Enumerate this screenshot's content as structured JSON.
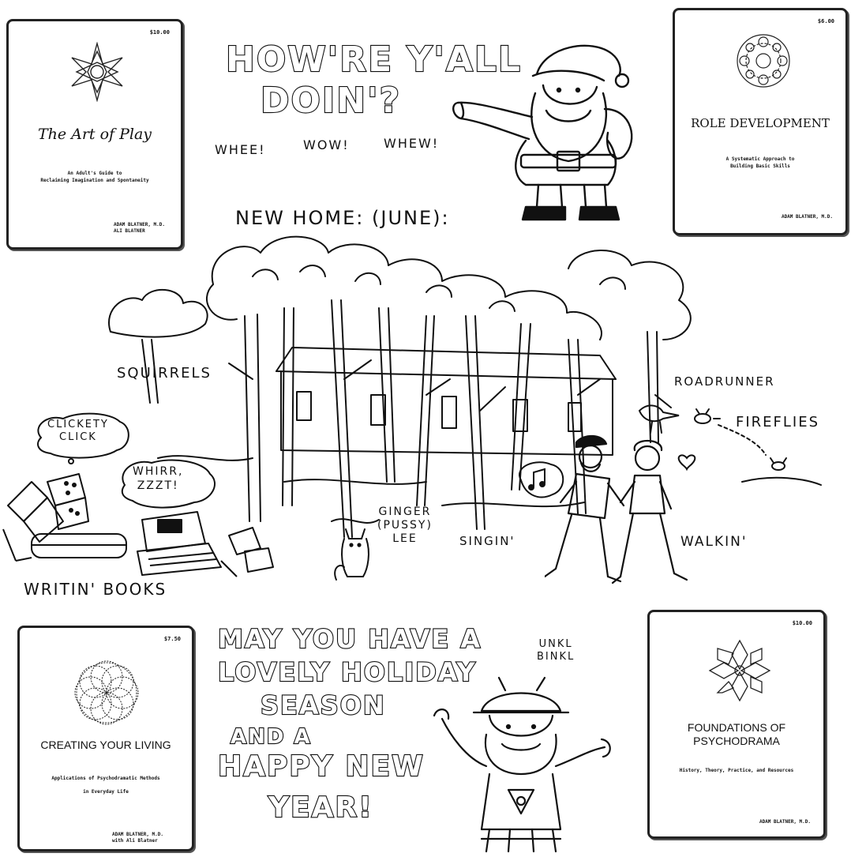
{
  "headline": {
    "line1": "HOW'RE Y'ALL",
    "line2": "DOIN'?"
  },
  "exclaim": [
    "WHEE!",
    "WOW!",
    "WHEW!"
  ],
  "new_home": "NEW HOME: (JUNE):",
  "labels": {
    "squirrels": "SQUIRRELS",
    "roadrunner": "ROADRUNNER",
    "fireflies": "FIREFLIES",
    "clickety": [
      "CLICKETY",
      "CLICK"
    ],
    "whirr": [
      "WHIRR,",
      "ZZZT!"
    ],
    "ginger": [
      "GINGER",
      "(PUSSY)",
      "LEE"
    ],
    "singin": "SINGIN'",
    "walkin": "WALKIN'",
    "writin": "WRITIN' BOOKS",
    "unkl": [
      "UNKL",
      "BINKL"
    ]
  },
  "greeting": [
    "MAY YOU HAVE A",
    "LOVELY HOLIDAY",
    "SEASON",
    "AND A",
    "HAPPY NEW",
    "YEAR!"
  ],
  "books": {
    "art_of_play": {
      "price": "$10.00",
      "title": "The Art of Play",
      "subtitle": [
        "An Adult's Guide to",
        "Reclaiming Imagination and Spontaneity"
      ],
      "author": [
        "ADAM BLATNER, M.D.",
        "ALI BLATNER"
      ]
    },
    "role_development": {
      "price": "$6.00",
      "title": "ROLE DEVELOPMENT",
      "subtitle": [
        "A Systematic Approach to",
        "Building Basic Skills"
      ],
      "author": [
        "ADAM BLATNER, M.D."
      ]
    },
    "creating_living": {
      "price": "$7.50",
      "title": "CREATING YOUR LIVING",
      "subtitle": [
        "Applications of Psychodramatic Methods",
        "in Everyday Life"
      ],
      "author": [
        "ADAM BLATNER, M.D.",
        "with Ali Blatner"
      ]
    },
    "foundations": {
      "price": "$10.00",
      "title": [
        "FOUNDATIONS OF",
        "PSYCHODRAMA"
      ],
      "subtitle": [
        "History, Theory, Practice, and Resources"
      ],
      "author": [
        "ADAM BLATNER, M.D."
      ]
    }
  }
}
